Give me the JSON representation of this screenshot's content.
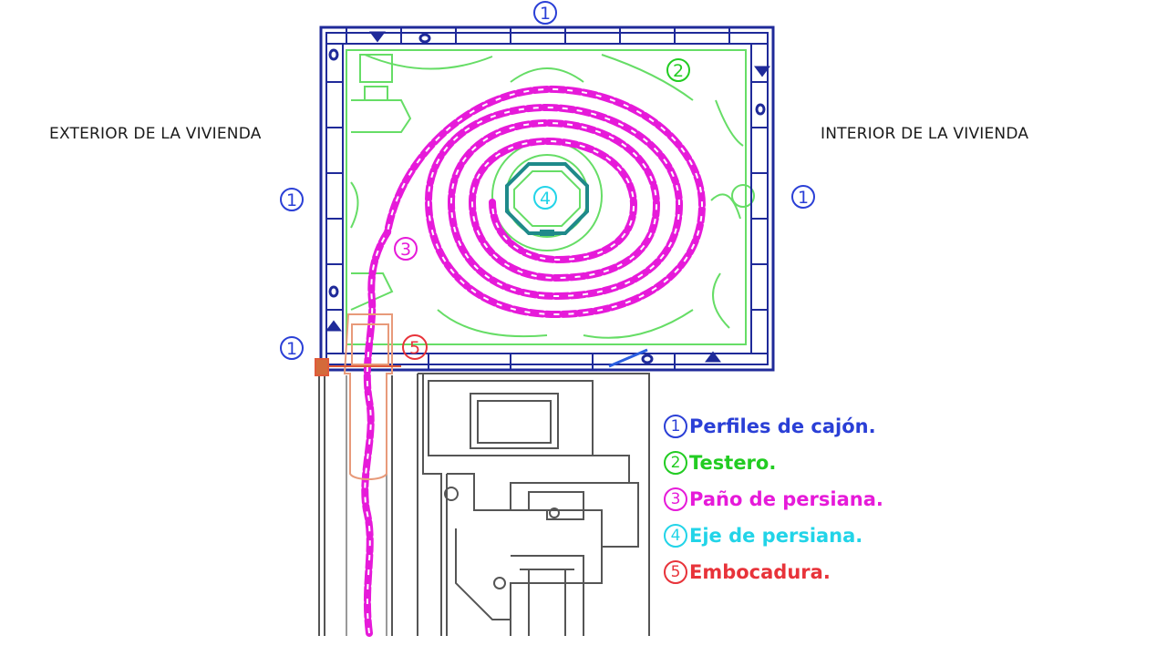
{
  "labels": {
    "exterior": "EXTERIOR DE LA VIVIENDA",
    "interior": "INTERIOR DE LA VIVIENDA"
  },
  "callouts": {
    "top": "1",
    "left_upper": "1",
    "right": "1",
    "left_lower": "1",
    "testero": "2",
    "pano": "3",
    "eje": "4",
    "embocadura": "5"
  },
  "legend": {
    "items": [
      {
        "num": "1",
        "text": "Perfiles de cajón.",
        "color": "#2a3fd6"
      },
      {
        "num": "2",
        "text": "Testero.",
        "color": "#22cc22"
      },
      {
        "num": "3",
        "text": "Paño de persiana.",
        "color": "#e61ad9"
      },
      {
        "num": "4",
        "text": "Eje de persiana.",
        "color": "#22d4e8"
      },
      {
        "num": "5",
        "text": "Embocadura.",
        "color": "#e8333a"
      }
    ]
  },
  "colors": {
    "perfiles": "#1f2a99",
    "testero": "#66dd66",
    "pano": "#e61ad9",
    "eje": "#1fb8c8",
    "embocadura": "#e05a3a",
    "window": "#555555"
  }
}
